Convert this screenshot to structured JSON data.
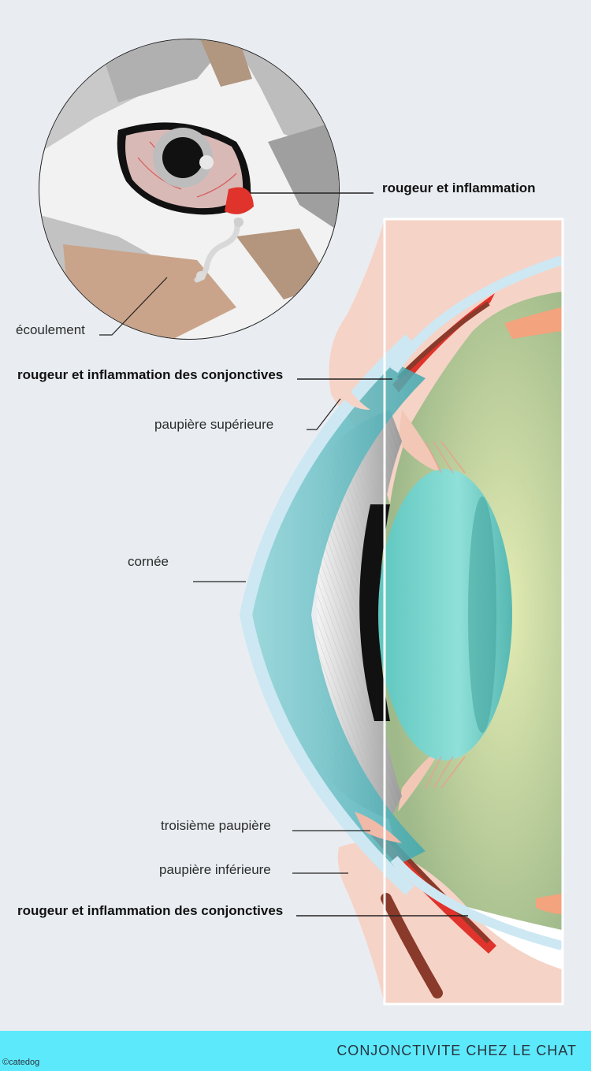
{
  "labels": {
    "redness_eye": "rougeur et inflammation",
    "discharge": "écoulement",
    "redness_upper": "rougeur et inflammation des conjonctives",
    "upper_lid": "paupière supérieure",
    "cornea": "cornée",
    "third_lid": "troisième paupière",
    "lower_lid": "paupière inférieure",
    "redness_lower": "rougeur et inflammation des conjonctives"
  },
  "footer": {
    "title": "CONJONCTIVITE CHEZ LE CHAT",
    "copyright": "©catedog"
  },
  "colors": {
    "background": "#e9edf1",
    "footer": "#5ce9fb",
    "inflammation": "#e0332b",
    "skin": "#f6d3c7",
    "lens": "#6fcfc7",
    "vitreous": "#a8c18f"
  }
}
